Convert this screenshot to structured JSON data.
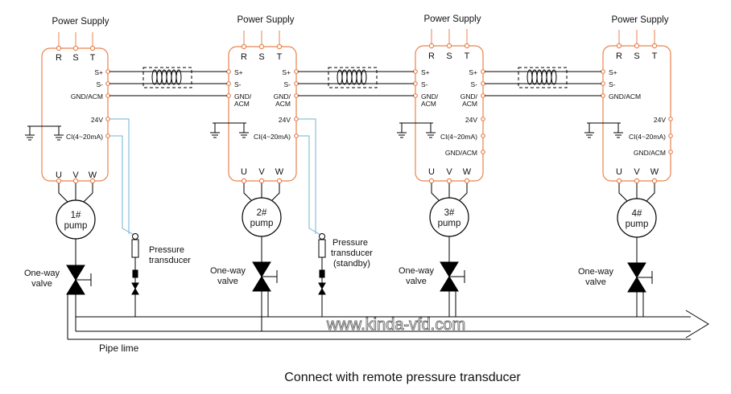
{
  "caption": "Connect with remote pressure transducer",
  "watermark": "www.kinda-vfd.com",
  "pipe_label": "Pipe lime",
  "colors": {
    "vfd": "#e8834e",
    "signal": "#6fb3d6",
    "line": "#000000"
  },
  "drives": [
    {
      "power_supply": "Power Supply",
      "phases": [
        "R",
        "S",
        "T"
      ],
      "comm_terms": [
        "S+",
        "S-",
        "GND/ACM"
      ],
      "io_terms": [
        "24V",
        "CI(4~20mA)"
      ],
      "motor_terms": [
        "U",
        "V",
        "W"
      ],
      "pump": [
        "1#",
        "pump"
      ],
      "valve": [
        "One-way",
        "valve"
      ]
    },
    {
      "power_supply": "Power Supply",
      "phases": [
        "R",
        "S",
        "T"
      ],
      "comm_terms": [
        "S+",
        "S-",
        "GND/",
        "ACM"
      ],
      "io_terms": [
        "24V",
        "CI(4~20mA)"
      ],
      "motor_terms": [
        "U",
        "V",
        "W"
      ],
      "pump": [
        "2#",
        "pump"
      ],
      "valve": [
        "One-way",
        "valve"
      ]
    },
    {
      "power_supply": "Power Supply",
      "phases": [
        "R",
        "S",
        "T"
      ],
      "comm_terms": [
        "S+",
        "S-",
        "GND/",
        "ACM"
      ],
      "io_terms": [
        "24V",
        "CI(4~20mA)",
        "GND/ACM"
      ],
      "motor_terms": [
        "U",
        "V",
        "W"
      ],
      "pump": [
        "3#",
        "pump"
      ],
      "valve": [
        "One-way",
        "valve"
      ]
    },
    {
      "power_supply": "Power Supply",
      "phases": [
        "R",
        "S",
        "T"
      ],
      "comm_terms": [
        "S+",
        "S-",
        "GND/ACM"
      ],
      "io_terms": [
        "24V",
        "CI(4~20mA)",
        "GND/ACM"
      ],
      "motor_terms": [
        "U",
        "V",
        "W"
      ],
      "pump": [
        "4#",
        "pump"
      ],
      "valve": [
        "One-way",
        "valve"
      ]
    }
  ],
  "transducers": [
    {
      "lines": [
        "Pressure",
        "transducer"
      ]
    },
    {
      "lines": [
        "Pressure",
        "transducer",
        "(standby)"
      ]
    }
  ]
}
